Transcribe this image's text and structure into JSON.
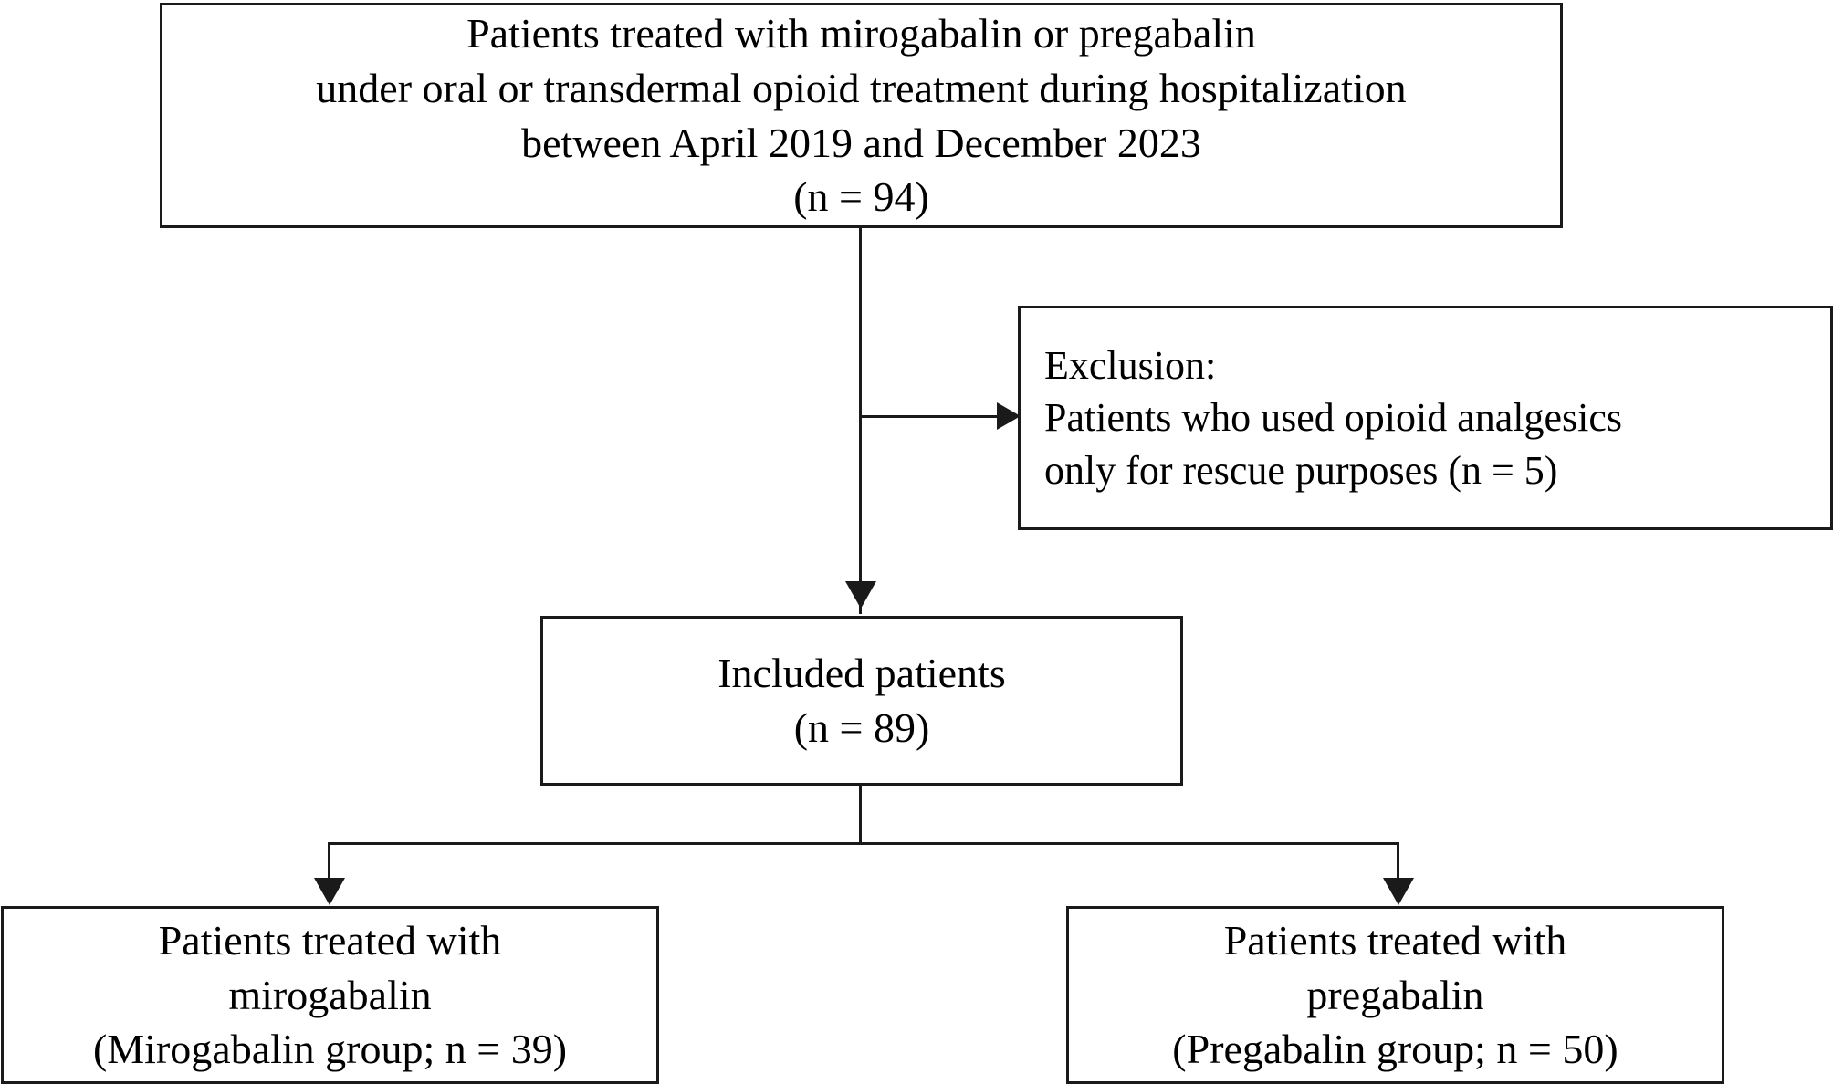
{
  "diagram": {
    "type": "patient-flow-chart",
    "nodes": {
      "screened": {
        "lines": [
          "Patients treated with mirogabalin or pregabalin",
          "under oral or transdermal opioid treatment during hospitalization",
          "between April 2019 and December 2023",
          "(n = 94)"
        ],
        "count": 94
      },
      "excluded": {
        "lines": [
          "Exclusion:",
          "Patients who used opioid analgesics",
          "only for rescue purposes (n = 5)"
        ],
        "count": 5
      },
      "included": {
        "lines": [
          "Included patients",
          "(n = 89)"
        ],
        "count": 89
      },
      "mirogabalin": {
        "lines": [
          "Patients treated with",
          "mirogabalin",
          "(Mirogabalin group; n = 39)"
        ],
        "count": 39
      },
      "pregabalin": {
        "lines": [
          "Patients treated with",
          "pregabalin",
          "(Pregabalin group; n = 50)"
        ],
        "count": 50
      }
    },
    "colors": {
      "border": "#1a1a1a",
      "background": "#ffffff",
      "text": "#000000"
    }
  }
}
